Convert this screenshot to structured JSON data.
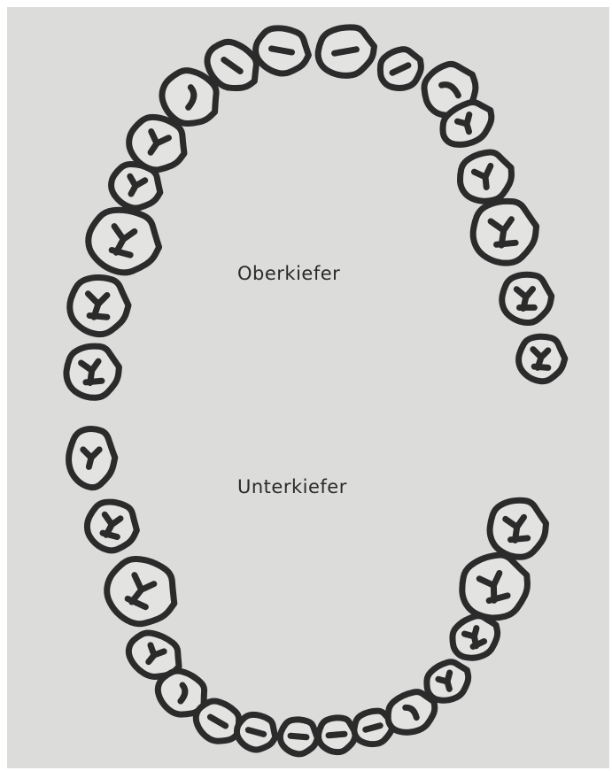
{
  "labels": {
    "upper_jaw": "Oberkiefer",
    "lower_jaw": "Unterkiefer"
  },
  "colors": {
    "paper": "#dcdcdb",
    "ink": "#2b2b2b",
    "tooth_fill": "#e3e3e2"
  },
  "upper_arch": {
    "tooth_count": 16,
    "teeth": [
      {
        "type": "molar",
        "side": "right"
      },
      {
        "type": "molar",
        "side": "right"
      },
      {
        "type": "molar",
        "side": "right"
      },
      {
        "type": "premolar",
        "side": "right"
      },
      {
        "type": "premolar",
        "side": "right"
      },
      {
        "type": "canine",
        "side": "right"
      },
      {
        "type": "incisor",
        "side": "right"
      },
      {
        "type": "incisor",
        "side": "right"
      },
      {
        "type": "incisor",
        "side": "left"
      },
      {
        "type": "incisor",
        "side": "left"
      },
      {
        "type": "canine",
        "side": "left"
      },
      {
        "type": "premolar",
        "side": "left"
      },
      {
        "type": "premolar",
        "side": "left"
      },
      {
        "type": "molar",
        "side": "left"
      },
      {
        "type": "molar",
        "side": "left"
      },
      {
        "type": "molar",
        "side": "left"
      }
    ]
  },
  "lower_arch": {
    "tooth_count": 15,
    "teeth": [
      {
        "type": "premolar",
        "side": "right"
      },
      {
        "type": "molar",
        "side": "right"
      },
      {
        "type": "molar",
        "side": "right"
      },
      {
        "type": "premolar",
        "side": "right"
      },
      {
        "type": "canine",
        "side": "right"
      },
      {
        "type": "incisor",
        "side": "right"
      },
      {
        "type": "incisor",
        "side": "right"
      },
      {
        "type": "incisor",
        "side": "right"
      },
      {
        "type": "incisor",
        "side": "left"
      },
      {
        "type": "incisor",
        "side": "left"
      },
      {
        "type": "canine",
        "side": "left"
      },
      {
        "type": "premolar",
        "side": "left"
      },
      {
        "type": "molar",
        "side": "left"
      },
      {
        "type": "molar",
        "side": "left"
      },
      {
        "type": "molar",
        "side": "left"
      }
    ]
  }
}
